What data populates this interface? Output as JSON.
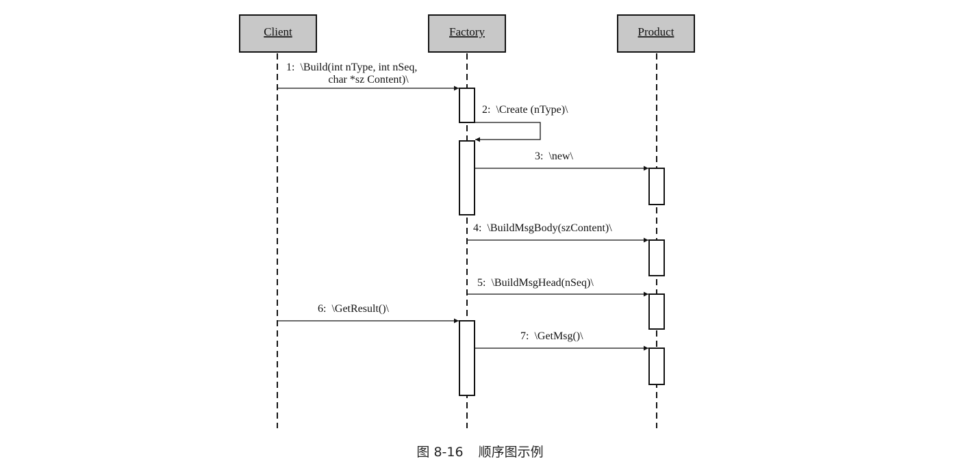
{
  "lifelines": [
    "Client",
    "Factory",
    "Product"
  ],
  "messages": [
    {
      "number": "1:",
      "text": "\\Build(int nType, int nSeq,",
      "text2": "char *sz Content)\\"
    },
    {
      "number": "2:",
      "text": "\\Create (nType)\\"
    },
    {
      "number": "3:",
      "text": "\\new\\"
    },
    {
      "number": "4:",
      "text": "\\BuildMsgBody(szContent)\\"
    },
    {
      "number": "5:",
      "text": "\\BuildMsgHead(nSeq)\\"
    },
    {
      "number": "6:",
      "text": "\\GetResult()\\"
    },
    {
      "number": "7:",
      "text": "\\GetMsg()\\"
    }
  ],
  "caption": {
    "figure": "图 8-16",
    "title": "顺序图示例"
  }
}
